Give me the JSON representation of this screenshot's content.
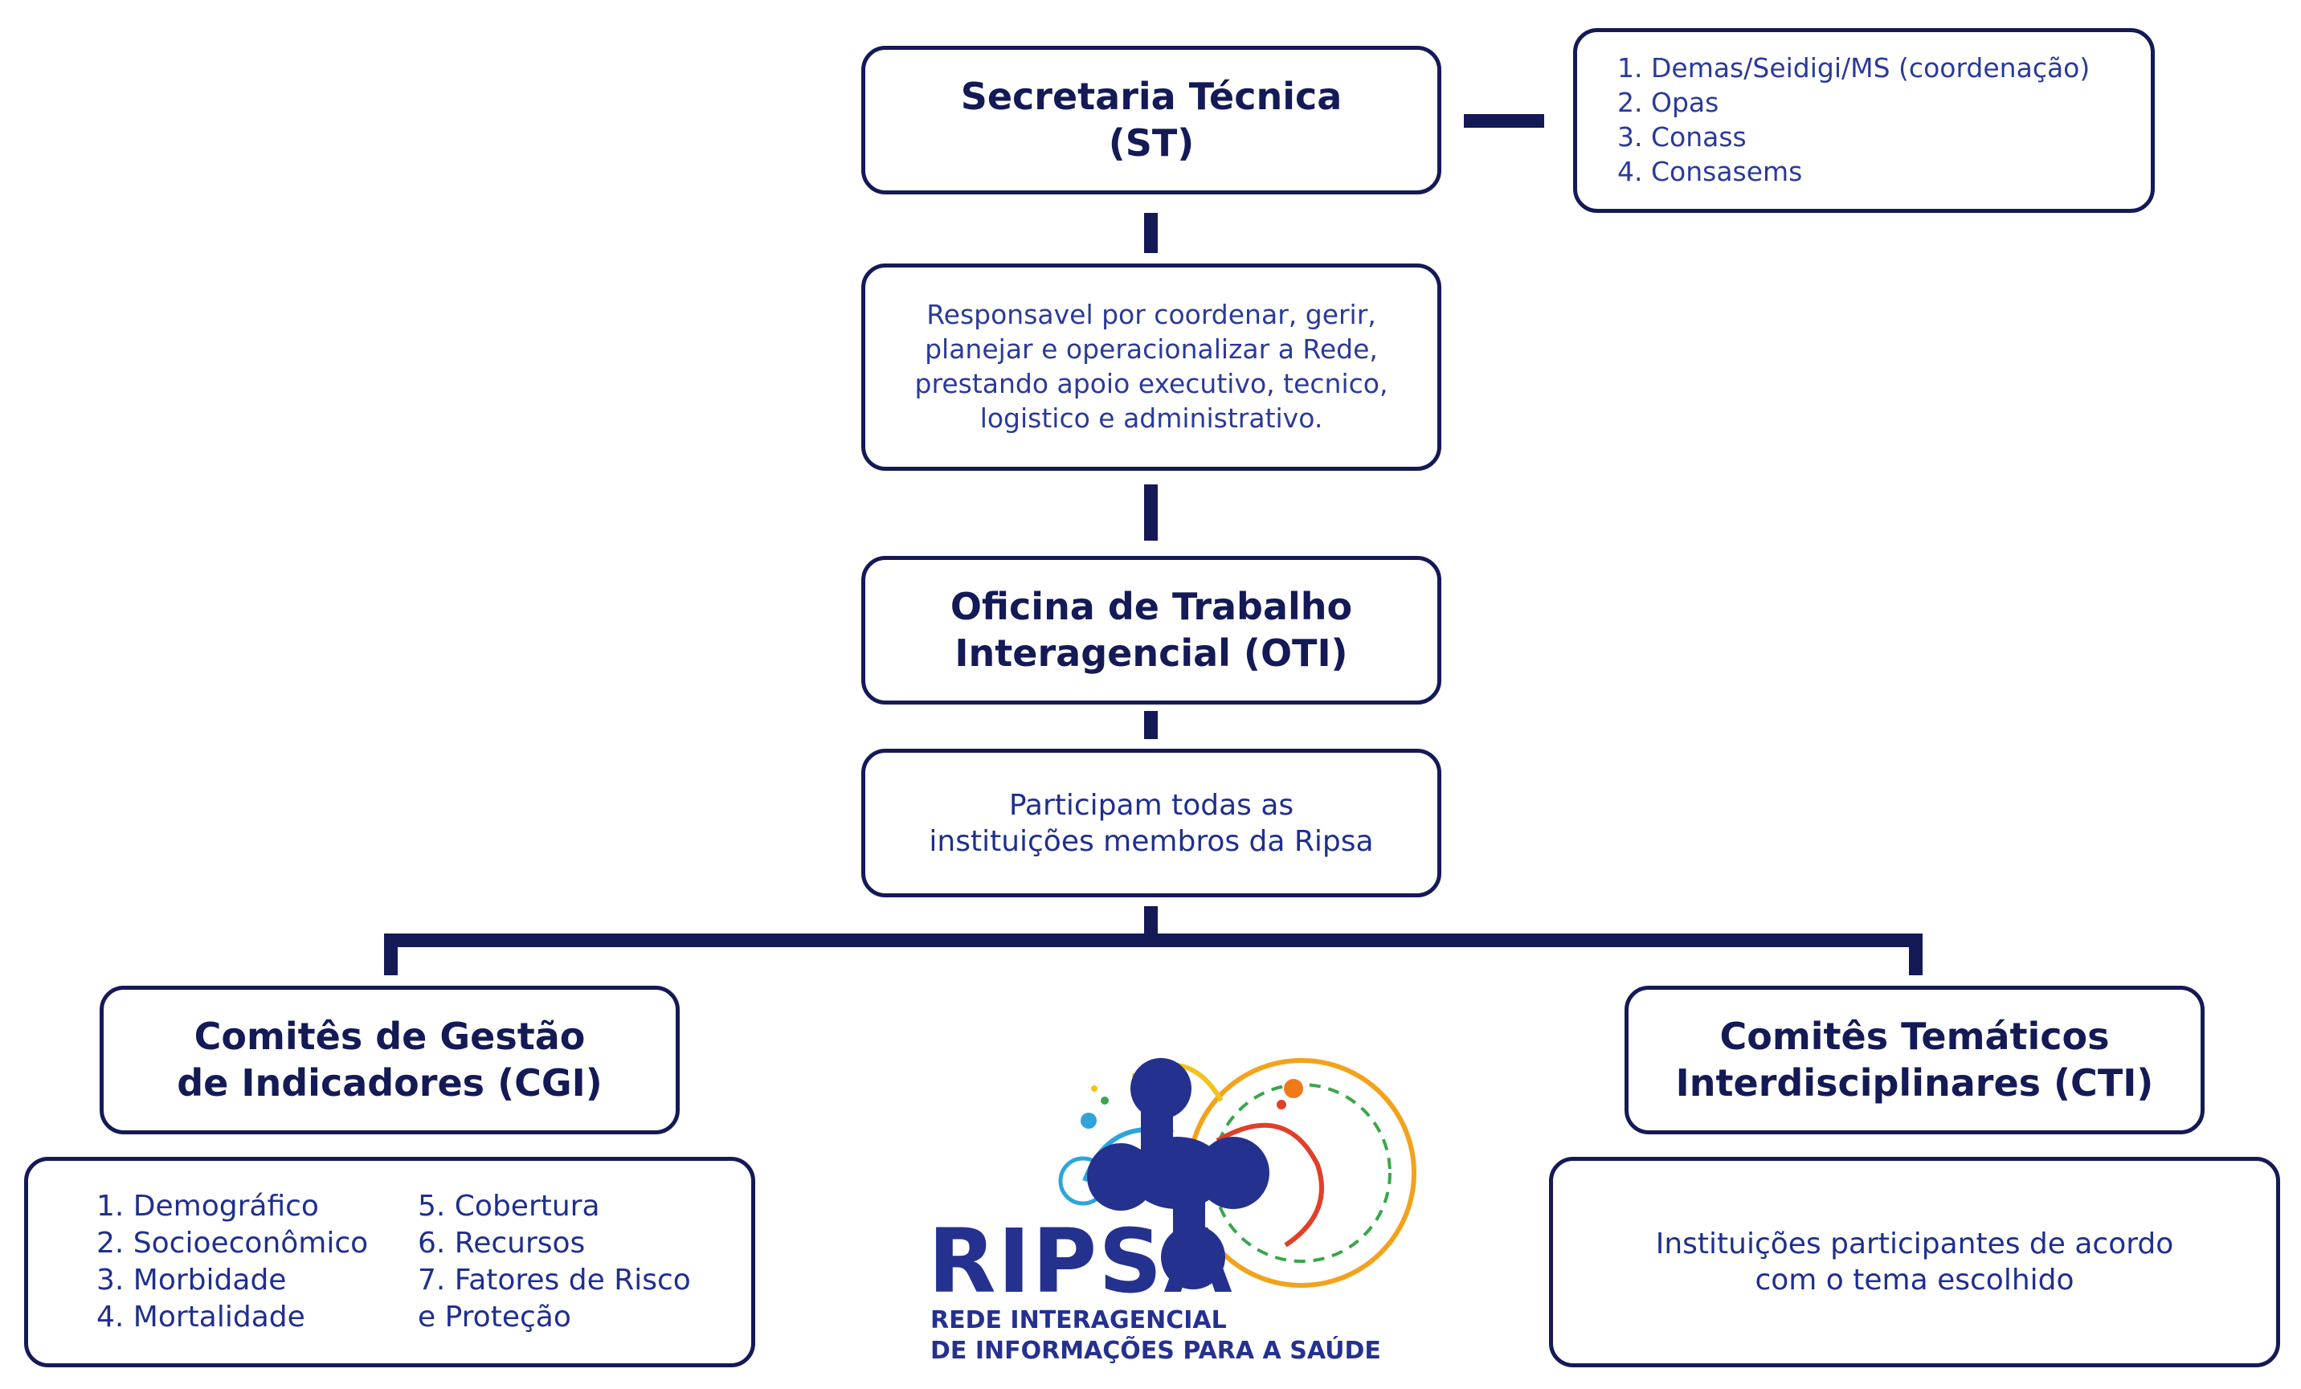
{
  "secretaria": {
    "title_line1": "Secretaria Técnica",
    "title_line2": "(ST)",
    "members": [
      "1. Demas/Seidigi/MS (coordenação)",
      "2. Opas",
      "3. Conass",
      "4. Consasems"
    ],
    "description": [
      "Responsavel por coordenar, gerir,",
      "planejar e operacionalizar a Rede,",
      "prestando apoio executivo, tecnico,",
      "logistico e administrativo."
    ]
  },
  "oficina": {
    "title_line1": "Oficina de Trabalho",
    "title_line2": "Interagencial (OTI)",
    "description": [
      "Participam todas as",
      "instituições membros da Ripsa"
    ]
  },
  "cgi": {
    "title_line1": "Comitês de Gestão",
    "title_line2": "de Indicadores (CGI)",
    "list_col1": [
      "1. Demográfico",
      "2. Socioeconômico",
      "3. Morbidade",
      "4. Mortalidade"
    ],
    "list_col2": [
      "5. Cobertura",
      "6. Recursos",
      "7. Fatores de Risco",
      "e Proteção"
    ]
  },
  "cti": {
    "title_line1": "Comitês Temáticos",
    "title_line2": "Interdisciplinares (CTI)",
    "description": [
      "Instituições participantes de acordo",
      "com o tema escolhido"
    ]
  },
  "logo": {
    "wordmark": "RIPSA",
    "tagline_line1": "REDE INTERAGENCIAL",
    "tagline_line2": "DE INFORMAÇÕES PARA A SAÚDE"
  },
  "colors": {
    "navy": "#141a56",
    "text_blue": "#1f2f8f",
    "logo_blue": "#25318f",
    "accent_orange": "#f3a21b",
    "accent_green": "#3aa64a",
    "accent_red": "#e0402a",
    "accent_cyan": "#2fa4dc"
  }
}
